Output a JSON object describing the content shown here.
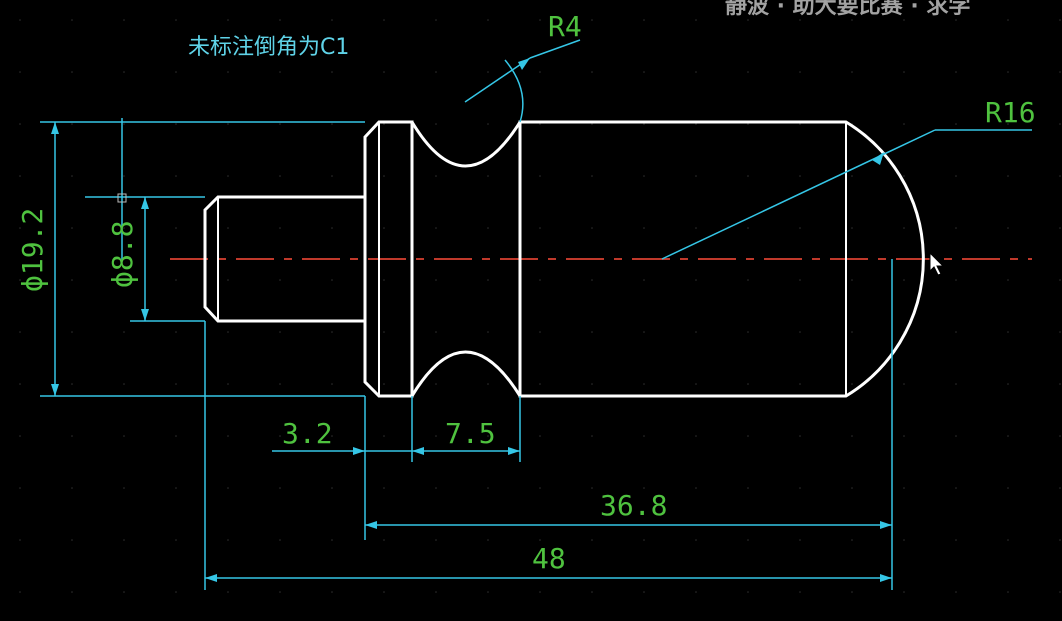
{
  "colors": {
    "background": "#000000",
    "outline": "#ffffff",
    "dimension_line": "#35c6e6",
    "dimension_text": "#4fc23f",
    "note_text": "#5fd3e8",
    "centerline": "#c0392b",
    "grid_dot": "#2f2f2f"
  },
  "banner": {
    "text": "静波 · 助大要比赛 · 求学"
  },
  "note": {
    "text": "未标注倒角为C1"
  },
  "dimensions": {
    "r4": "R4",
    "r16": "R16",
    "d19_2": "ϕ19.2",
    "d8_8": "ϕ8.8",
    "l3_2": "3.2",
    "l7_5": "7.5",
    "l36_8": "36.8",
    "l48": "48"
  },
  "cursor": {
    "icon": "arrow-pointer-icon"
  }
}
